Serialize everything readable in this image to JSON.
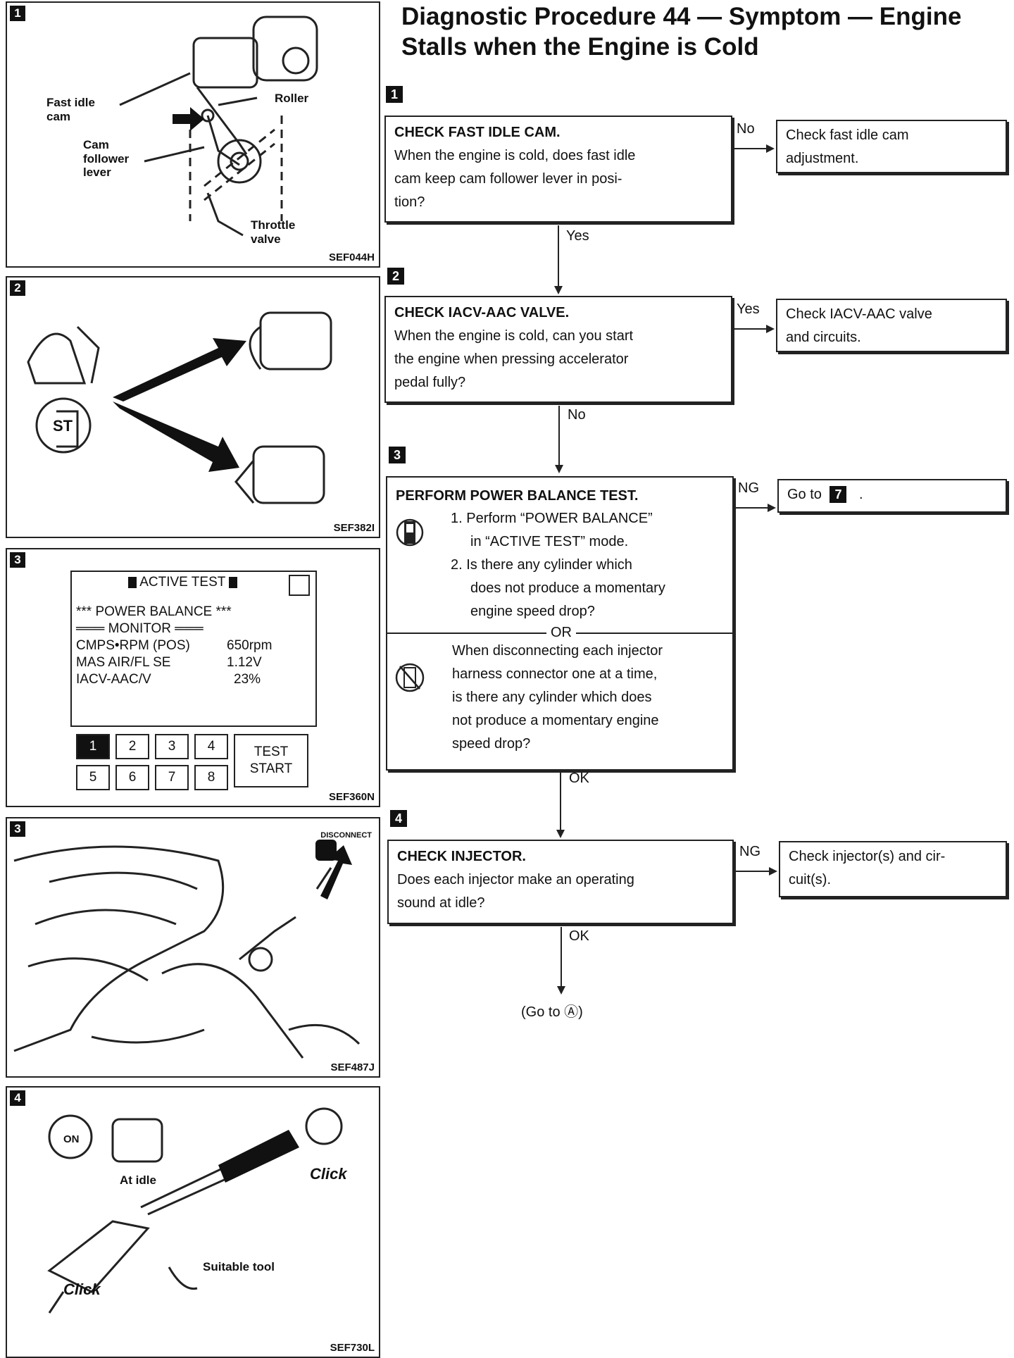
{
  "title_line1": "Diagnostic Procedure 44 — Symptom — Engine",
  "title_line2": "Stalls when the Engine is Cold",
  "figures": {
    "f1": {
      "num": "1",
      "code": "SEF044H",
      "fast_idle": "Fast idle",
      "cam": "cam",
      "roller": "Roller",
      "cam_follower": "Cam",
      "follower": "follower",
      "lever": "lever",
      "throttle": "Throttle",
      "valve": "valve"
    },
    "f2": {
      "num": "2",
      "code": "SEF382I",
      "st": "ST"
    },
    "f3": {
      "num": "3",
      "code": "SEF360N",
      "screen_title": "ACTIVE TEST",
      "pb": "*** POWER BALANCE ***",
      "monitor": "═══ MONITOR ═══",
      "r1_label": "CMPS•RPM (POS)",
      "r1_val": "650rpm",
      "r2_label": "MAS AIR/FL SE",
      "r2_val": "1.12V",
      "r3_label": "IACV-AAC/V",
      "r3_val": "23%",
      "keys": [
        "1",
        "2",
        "3",
        "4",
        "5",
        "6",
        "7",
        "8"
      ],
      "test": "TEST",
      "start": "START"
    },
    "f4": {
      "num": "3",
      "code": "SEF487J",
      "disconnect": "DISCONNECT"
    },
    "f5": {
      "num": "4",
      "code": "SEF730L",
      "on": "ON",
      "at_idle": "At idle",
      "suitable_tool": "Suitable tool",
      "click1": "Click",
      "click2": "Click"
    }
  },
  "steps": {
    "s1": {
      "num": "1",
      "heading": "CHECK FAST IDLE CAM.",
      "l1": "When the engine is cold, does fast idle",
      "l2": "cam keep cam follower lever in posi-",
      "l3": "tion?",
      "branch": "No",
      "result_l1": "Check fast idle cam",
      "result_l2": "adjustment.",
      "next": "Yes"
    },
    "s2": {
      "num": "2",
      "heading": "CHECK IACV-AAC VALVE.",
      "l1": "When the engine is cold, can you start",
      "l2": "the engine when pressing accelerator",
      "l3": "pedal fully?",
      "branch": "Yes",
      "result_l1": "Check IACV-AAC valve",
      "result_l2": "and circuits.",
      "next": "No"
    },
    "s3": {
      "num": "3",
      "heading": "PERFORM POWER BALANCE TEST.",
      "i1a": "1. Perform “POWER BALANCE”",
      "i1b": "in “ACTIVE TEST” mode.",
      "i2a": "2. Is there any cylinder which",
      "i2b": "does not produce a momentary",
      "i2c": "engine speed drop?",
      "or": "OR",
      "w1": "When disconnecting each injector",
      "w2": "harness connector one at a time,",
      "w3": "is there any cylinder which does",
      "w4": "not produce a momentary engine",
      "w5": "speed drop?",
      "branch": "NG",
      "result_pre": "Go to",
      "result_num": "7",
      "result_post": ".",
      "next": "OK"
    },
    "s4": {
      "num": "4",
      "heading": "CHECK INJECTOR.",
      "l1": "Does each injector make an operating",
      "l2": "sound at idle?",
      "branch": "NG",
      "result_l1": "Check injector(s) and cir-",
      "result_l2": "cuit(s).",
      "next": "OK"
    }
  },
  "goto_a": "(Go to Ⓐ)"
}
